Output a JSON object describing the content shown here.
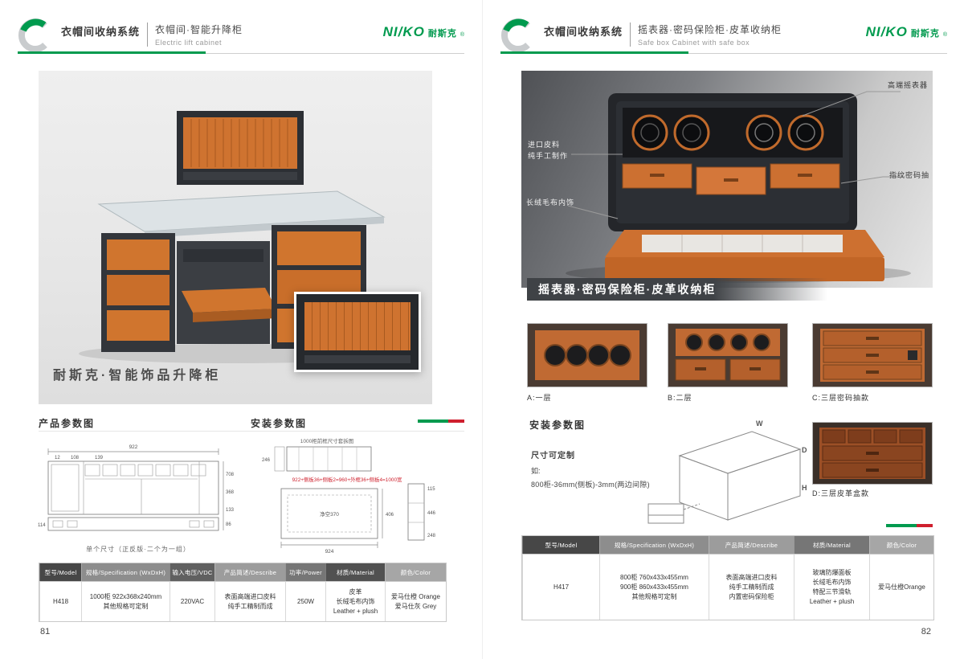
{
  "brand": {
    "logo_en": "NI/KO",
    "logo_cn": "耐斯克",
    "reg": "®"
  },
  "left": {
    "header": {
      "series": "衣帽间收纳系统",
      "product": "衣帽间·智能升降柜",
      "subtitle": "Electric lift cabinet"
    },
    "photo": {
      "caption": "耐斯克·智能饰品升降柜"
    },
    "sections": {
      "product": "产品参数图",
      "install": "安装参数图"
    },
    "front_drawing": {
      "dim_total_w": "922",
      "dim_a": "12",
      "dim_b": "108",
      "dim_c": "139",
      "dim_h1": "708",
      "dim_h2": "368",
      "dim_h3": "133",
      "dim_h4": "86",
      "dim_left": "114",
      "caption": "单个尺寸（正反版·二个为一组）"
    },
    "install_drawing": {
      "title": "1000柜前框尺寸套拆图",
      "formula": "922+侧板36+侧板2=960+外框36+侧板4=1000宽",
      "dim_left": "246",
      "clearance": "净空370",
      "dim_bottom": "924",
      "dim_right": "406",
      "col_top": "115",
      "col_mid": "446",
      "col_bottom": "248"
    },
    "table": {
      "headers": [
        "型号/Model",
        "规格/Specification (WxDxH)",
        "输入电压/VDC",
        "产品简述/Describe",
        "功率/Power",
        "材质/Material",
        "颜色/Color"
      ],
      "row": [
        "H418",
        "1000柜 922x368x240mm\n其他规格可定制",
        "220VAC",
        "表面高端进口皮料\n纯手工精制而成",
        "250W",
        "皮革\n长绒毛布内饰\nLeather + plush",
        "爱马仕橙 Orange\n爱马仕灰 Grey"
      ]
    },
    "page_number": "81"
  },
  "right": {
    "header": {
      "series": "衣帽间收纳系统",
      "product": "摇表器·密码保险柜·皮革收纳柜",
      "subtitle": "Safe box Cabinet with safe box"
    },
    "photo": {
      "callout_winder": "高端摇表器",
      "callout_leather": "进口皮料\n纯手工制作",
      "callout_fingerprint": "指纹密码抽",
      "callout_plush": "长绒毛布内饰"
    },
    "banner": "摇表器·密码保险柜·皮革收纳柜",
    "variants": [
      {
        "label": "A:一层"
      },
      {
        "label": "B:二层"
      },
      {
        "label": "C:三层密码抽款"
      },
      {
        "label": "D:三层皮革盒款"
      }
    ],
    "install": {
      "title": "安装参数图",
      "line1": "尺寸可定制",
      "line2": "如:",
      "line3": "800柜-36mm(侧板)-3mm(两边间隙)",
      "axis_w": "W",
      "axis_d": "D",
      "axis_h": "H"
    },
    "table": {
      "headers": [
        "型号/Model",
        "规格/Specification (WxDxH)",
        "产品简述/Describe",
        "材质/Material",
        "颜色/Color"
      ],
      "row": [
        "H417",
        "800柜 760x433x455mm\n900柜 860x433x455mm\n其他规格可定制",
        "表面高端进口皮料\n纯手工精制而成\n内置密码保险柜",
        "玻璃防爆面板\n长绒毛布内饰\n特配三节滑轨\nLeather + plush",
        "爱马仕橙Orange"
      ]
    },
    "page_number": "82"
  }
}
